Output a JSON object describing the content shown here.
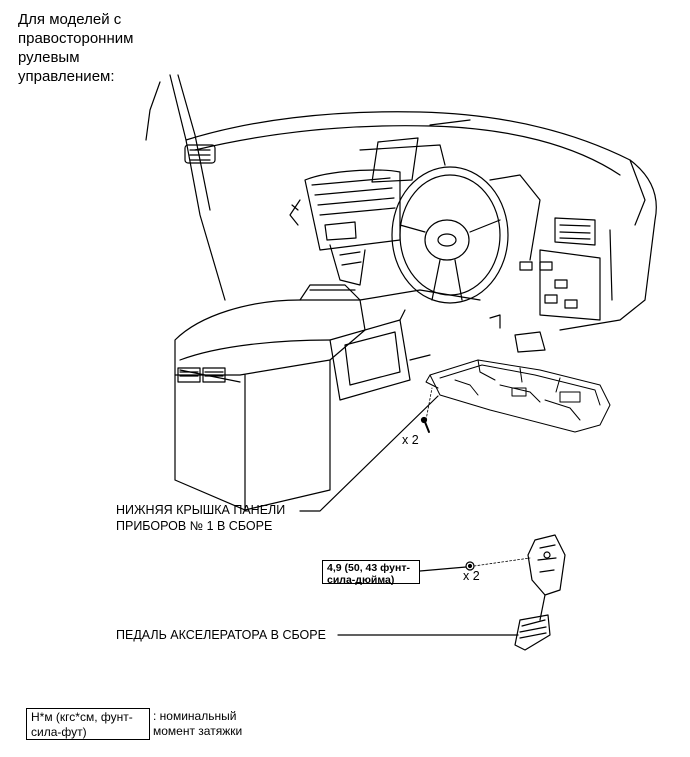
{
  "heading": {
    "lines": [
      "Для моделей с",
      "правосторонним",
      "рулевым",
      "управлением:"
    ]
  },
  "callouts": {
    "cover": {
      "lines": [
        "НИЖНЯЯ КРЫШКА ПАНЕЛИ",
        "ПРИБОРОВ № 1 В СБОРЕ"
      ]
    },
    "pedal": {
      "text": "ПЕДАЛЬ АКСЕЛЕРАТОРА В СБОРЕ"
    }
  },
  "quantities": {
    "screw": "x 2",
    "nut": "x 2"
  },
  "torque": {
    "lines": [
      "4,9 (50, 43 фунт-",
      "сила-дюйма)"
    ]
  },
  "legend": {
    "box_lines": [
      "Н*м (кгс*см, фунт-",
      "сила-фут)"
    ],
    "desc_lines": [
      ": номинальный",
      "момент затяжки"
    ]
  }
}
